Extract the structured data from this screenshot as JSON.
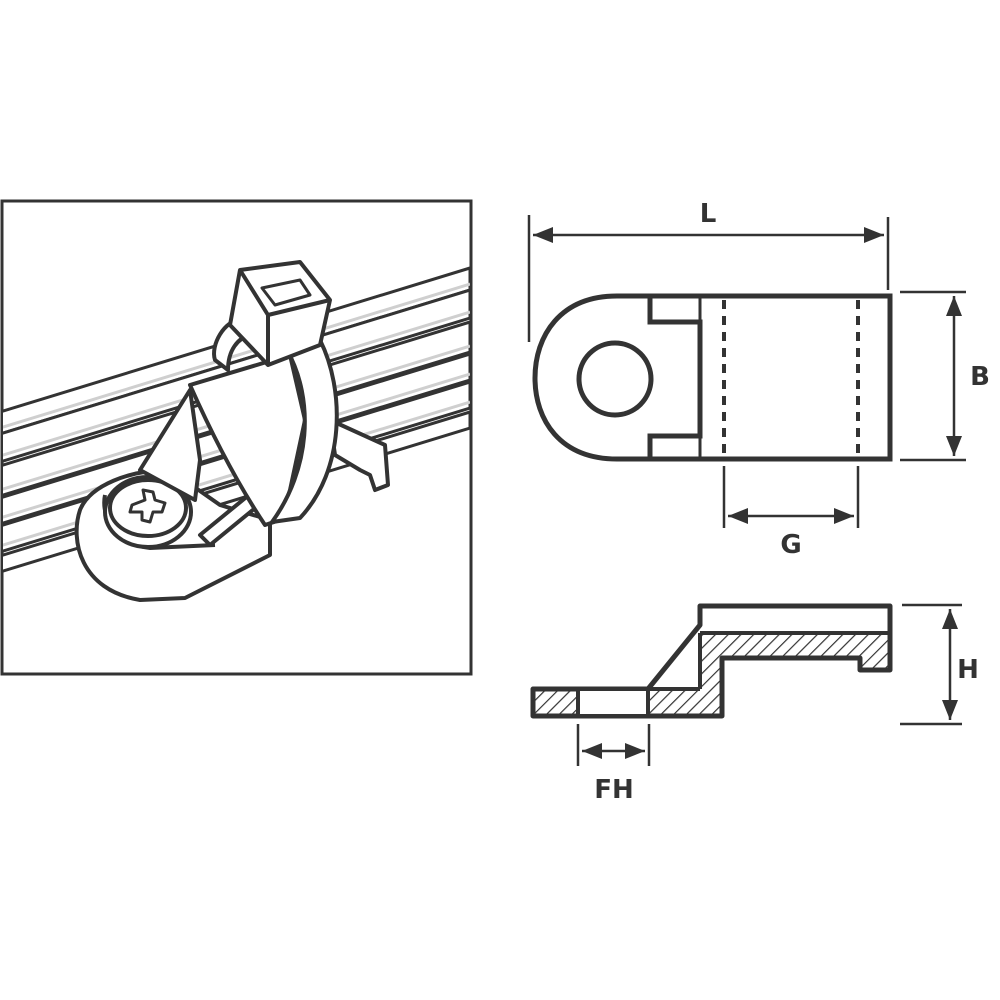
{
  "diagram": {
    "subject": "cable tie mount",
    "colors": {
      "stroke": "#333333",
      "background": "#ffffff",
      "cable_shade": "#d8d8d8"
    },
    "panels": [
      {
        "id": "perspective",
        "description": "Mount screwed down holding a cable bundle with a cable tie"
      },
      {
        "id": "top-view",
        "description": "Top view of mount with screw hole and tie slot"
      },
      {
        "id": "side-section",
        "description": "Side cross-section of mount, hatched"
      }
    ],
    "dimensions": {
      "L": "L",
      "B": "B",
      "G": "G",
      "H": "H",
      "FH": "FH"
    }
  }
}
